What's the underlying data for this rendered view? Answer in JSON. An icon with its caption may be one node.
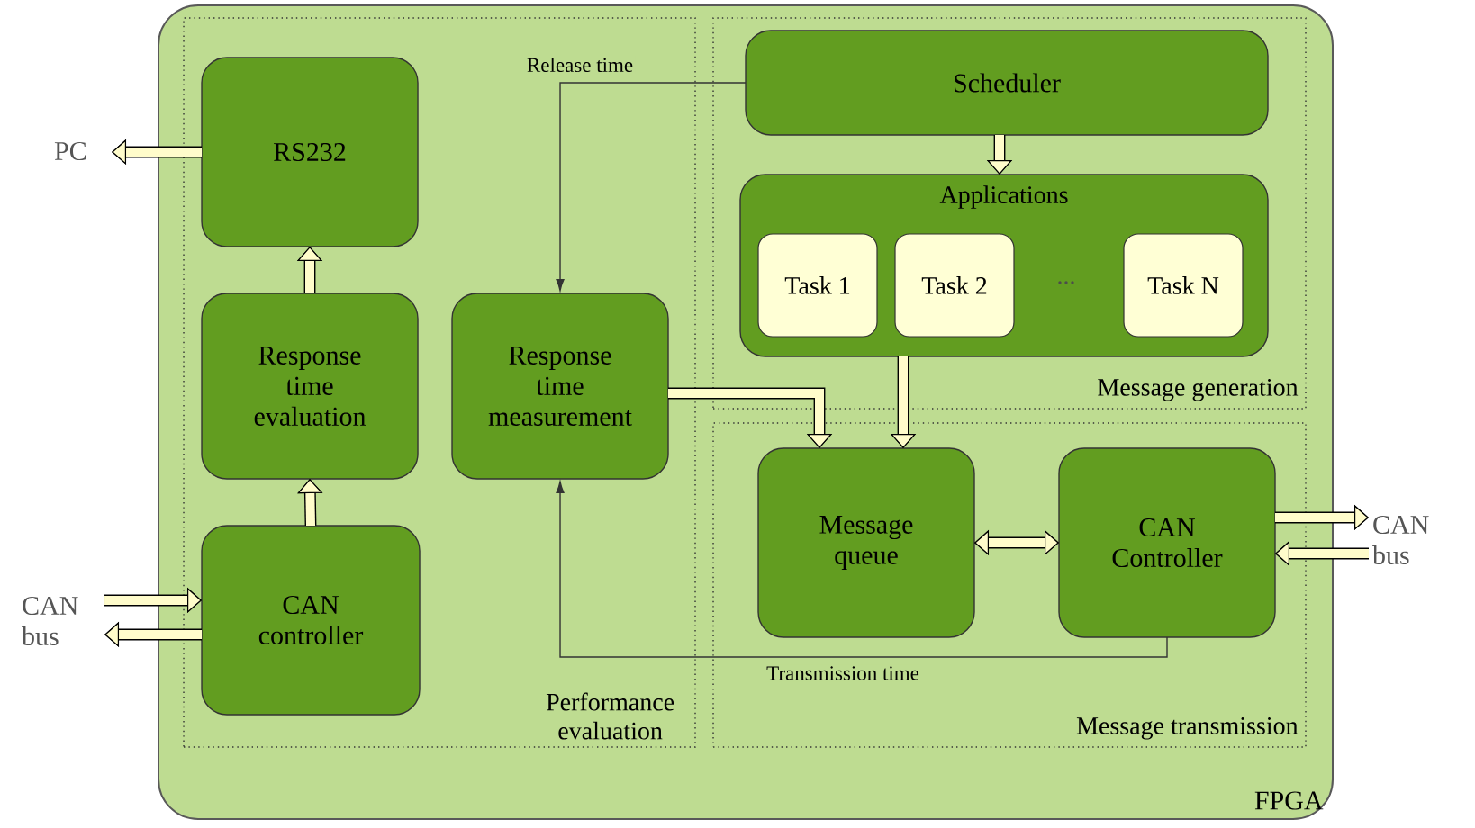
{
  "diagram": {
    "nodes": [
      {
        "text": [
          "FPGA"
        ]
      },
      {
        "text": [
          "Performance evaluation"
        ],
        "in": 0
      },
      {
        "text": [
          "Message generation"
        ],
        "in": 0
      },
      {
        "text": [
          "Message transmission"
        ],
        "in": 0
      },
      {
        "text": [
          "RS232"
        ],
        "in": 1
      },
      {
        "text": [
          "Response time evaluation"
        ],
        "in": 1
      },
      {
        "text": [
          "CAN controller"
        ],
        "in": 1
      },
      {
        "text": [
          "Response time measurement"
        ],
        "in": 1
      },
      {
        "text": [
          "Scheduler"
        ],
        "in": 2
      },
      {
        "text": [
          "Applications"
        ],
        "in": 2
      },
      {
        "text": [
          "Task 1"
        ],
        "in": 9
      },
      {
        "text": [
          "Task 2"
        ],
        "in": 9
      },
      {
        "text": [
          "Task N"
        ],
        "in": 9
      },
      {
        "text": [
          "Message queue"
        ],
        "in": 3
      },
      {
        "text": [
          "CAN Controller"
        ],
        "in": 3
      },
      {
        "text": [
          "PC"
        ]
      },
      {
        "text": [
          "CAN bus"
        ]
      },
      {
        "text": [
          "CAN bus"
        ]
      }
    ],
    "edges": [
      {
        "from": 4,
        "to": 15,
        "arrow": "to"
      },
      {
        "from": 5,
        "to": 4,
        "arrow": "to"
      },
      {
        "from": 6,
        "to": 5,
        "arrow": "to"
      },
      {
        "from": 16,
        "to": 6,
        "arrow": "to"
      },
      {
        "from": 6,
        "to": 16,
        "arrow": "to"
      },
      {
        "from": 8,
        "to": 7,
        "arrow": "to",
        "label": "Release time",
        "color": "#333333"
      },
      {
        "from": 14,
        "to": 7,
        "arrow": "to",
        "label": "Transmission time",
        "color": "#333333"
      },
      {
        "from": 8,
        "to": 9,
        "arrow": "to"
      },
      {
        "from": 9,
        "to": 13,
        "arrow": "to"
      },
      {
        "from": 7,
        "to": 13,
        "arrow": "to"
      },
      {
        "from": 13,
        "to": 14,
        "arrow": "both"
      },
      {
        "from": 14,
        "to": 17,
        "arrow": "to"
      },
      {
        "from": 17,
        "to": 14,
        "arrow": "to"
      }
    ],
    "labels": [
      "..."
    ]
  }
}
